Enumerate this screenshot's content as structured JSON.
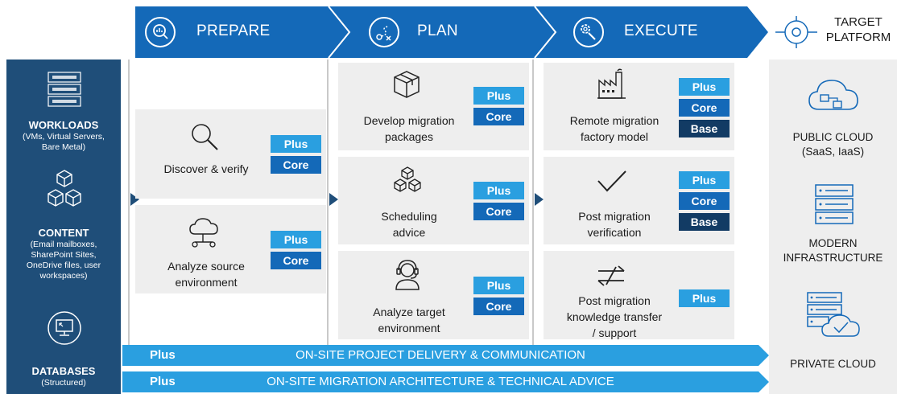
{
  "phases": [
    {
      "label": "PREPARE",
      "icon": "magnifier-chart-icon"
    },
    {
      "label": "PLAN",
      "icon": "route-plan-icon"
    },
    {
      "label": "EXECUTE",
      "icon": "gear-wrench-icon"
    }
  ],
  "target": {
    "line1": "TARGET",
    "line2": "PLATFORM",
    "icon": "target-crosshair-icon"
  },
  "sources": [
    {
      "title": "WORKLOADS",
      "sub1": "(VMs, Virtual Servers,",
      "sub2": "Bare Metal)",
      "icon": "server-rack-icon"
    },
    {
      "title": "CONTENT",
      "sub1": "(Email mailboxes,",
      "sub2": "SharePoint Sites,",
      "sub3": "OneDrive files, user",
      "sub4": "workspaces)",
      "icon": "cubes-icon"
    },
    {
      "title": "DATABASES",
      "sub1": "(Structured)",
      "icon": "monitor-icon"
    }
  ],
  "prepare": [
    {
      "line1": "Discover & verify",
      "line2": "",
      "icon": "magnifier-icon",
      "badges": [
        "Plus",
        "Core"
      ]
    },
    {
      "line1": "Analyze source",
      "line2": "environment",
      "icon": "cloud-network-icon",
      "badges": [
        "Plus",
        "Core"
      ]
    }
  ],
  "plan": [
    {
      "line1": "Develop migration",
      "line2": "packages",
      "icon": "package-box-icon",
      "badges": [
        "Plus",
        "Core"
      ]
    },
    {
      "line1": "Scheduling",
      "line2": "advice",
      "icon": "cube-cluster-icon",
      "badges": [
        "Plus",
        "Core"
      ]
    },
    {
      "line1": "Analyze target",
      "line2": "environment",
      "icon": "headset-person-icon",
      "badges": [
        "Plus",
        "Core"
      ]
    }
  ],
  "execute": [
    {
      "line1": "Remote migration",
      "line2": "factory model",
      "line3": "",
      "icon": "factory-icon",
      "badges": [
        "Plus",
        "Core",
        "Base"
      ]
    },
    {
      "line1": "Post migration",
      "line2": "verification",
      "line3": "",
      "icon": "checkmark-icon",
      "badges": [
        "Plus",
        "Core",
        "Base"
      ]
    },
    {
      "line1": "Post migration",
      "line2": "knowledge transfer",
      "line3": "/ support",
      "icon": "swap-arrows-icon",
      "badges": [
        "Plus"
      ]
    }
  ],
  "bars": [
    {
      "tier": "Plus",
      "text": "ON-SITE PROJECT DELIVERY & COMMUNICATION"
    },
    {
      "tier": "Plus",
      "text": "ON-SITE MIGRATION ARCHITECTURE & TECHNICAL ADVICE"
    }
  ],
  "targets": [
    {
      "line1": "PUBLIC CLOUD",
      "line2": "(SaaS, IaaS)",
      "icon": "cloud-icon"
    },
    {
      "line1": "MODERN",
      "line2": "INFRASTRUCTURE",
      "icon": "server-stack-icon"
    },
    {
      "line1": "PRIVATE CLOUD",
      "line2": "",
      "icon": "server-cloud-check-icon"
    }
  ],
  "colors": {
    "dark_navy": "#1f4e79",
    "chevron_blue": "#1469b8",
    "plus": "#2a9fe0",
    "core": "#1469b8",
    "base": "#123b64",
    "panel_gray": "#eeeeee"
  }
}
